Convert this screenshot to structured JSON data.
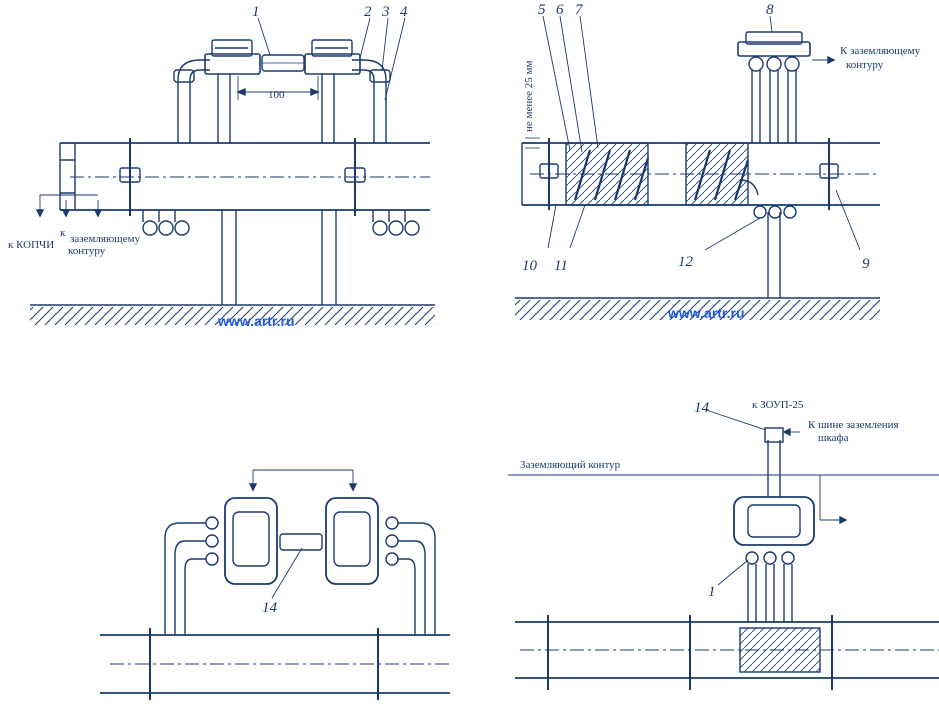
{
  "colors": {
    "ink": "#1a3a6e",
    "watermark": "#1f5bd8",
    "background": "#ffffff"
  },
  "fig1": {
    "callouts": [
      "1",
      "2",
      "3",
      "4"
    ],
    "dimension": "100",
    "label_kochi": "к КОПЧИ",
    "label_ground_1": "к",
    "label_ground_2": "заземляющему",
    "label_ground_3": "контуру",
    "watermark": "www.artr.ru"
  },
  "fig2": {
    "callouts": [
      "5",
      "6",
      "7",
      "8",
      "9",
      "10",
      "11",
      "12"
    ],
    "label_min": "не менее 25 мм",
    "label_ground_1": "К заземляющему",
    "label_ground_2": "контуру",
    "watermark": "www.artr.ru"
  },
  "fig3": {
    "callout": "14"
  },
  "fig4": {
    "callout_top": "14",
    "callout_side": "1",
    "label_zoup": "к ЗОУП-25",
    "label_bus_1": "К шине заземления",
    "label_bus_2": "шкафа",
    "label_loop": "Заземляющий контур"
  }
}
